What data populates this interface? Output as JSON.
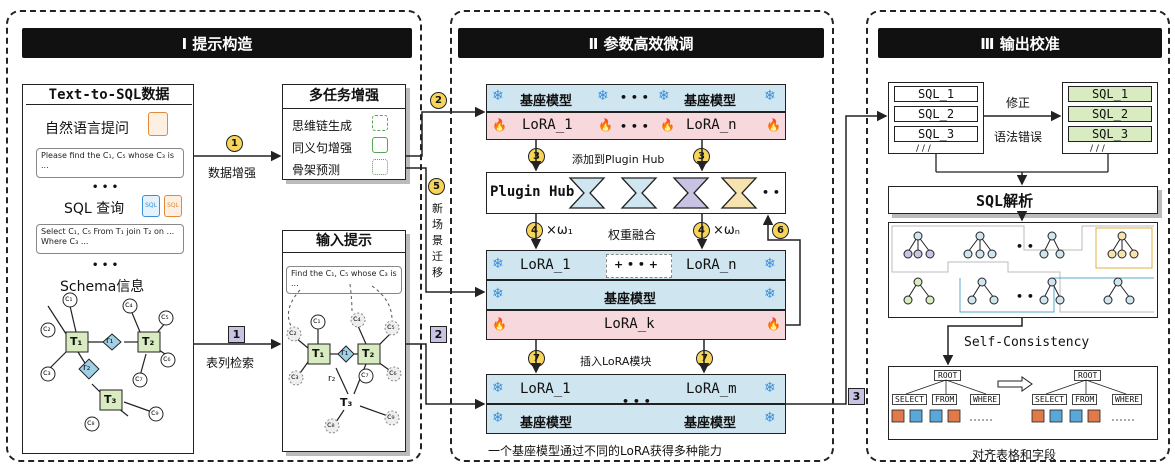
{
  "panels": {
    "p1_title": "Ⅰ 提示构造",
    "p2_title": "Ⅱ 参数高效微调",
    "p3_title": "Ⅲ 输出校准"
  },
  "p1": {
    "t2s_title": "Text-to-SQL数据",
    "nl_question": "自然语言提问",
    "nl_example": "Please find the C₁, C₅ whose C₃ is ...",
    "sql_query": "SQL 查询",
    "sql_example": "Select C₁, C₅ From T₁ join T₂ on ... Where C₃ ...",
    "dots": "• • •",
    "schema": "Schema信息",
    "sql_icon": "SQL",
    "multitask_title": "多任务增强",
    "mt_items": [
      "思维链生成",
      "同义句增强",
      "骨架预测"
    ],
    "input_prompt_title": "输入提示",
    "prompt_example": "Find the C₁, C₅ whose C₃ is ...",
    "data_aug": "数据增强",
    "table_retrieval": "表列检索",
    "new_scene": [
      "新",
      "场",
      "景",
      "迁",
      "移"
    ],
    "step1": "1",
    "step5": "5",
    "sq1": "1",
    "sq2": "2",
    "sq3": "3",
    "graph_tables": [
      "T₁",
      "T₂",
      "T₃"
    ],
    "graph_rel": [
      "r₁",
      "r₂"
    ],
    "graph_cols": [
      "c₁",
      "c₂",
      "c₃",
      "c₄",
      "c₅",
      "c₆",
      "c₇",
      "c₈",
      "c₉"
    ]
  },
  "p2": {
    "base_model": "基座模型",
    "lora_1": "LoRA_1",
    "lora_n": "LoRA_n",
    "lora_k": "LoRA_k",
    "lora_m": "LoRA_m",
    "dots": "• • •",
    "add_plugin": "添加到Plugin Hub",
    "plugin_hub": "Plugin Hub",
    "weight_fusion": "权重融合",
    "omega1": "×ω₁",
    "omegan": "×ωₙ",
    "insert_lora": "插入LoRA模块",
    "caption": "一个基座模型通过不同的LoRA获得多种能力",
    "step2": "2",
    "step3": "3",
    "step4": "4",
    "step6": "6",
    "step7": "7",
    "plus_dots": "+ • • +"
  },
  "p3": {
    "sql_list": [
      "SQL_1",
      "SQL_2",
      "SQL_3"
    ],
    "fix1": "修正",
    "fix2": "语法错误",
    "sql_parse": "SQL解析",
    "self_consistency": "Self-Consistency",
    "align": "对齐表格和字段",
    "root": "ROOT",
    "select": "SELECT",
    "from": "FROM",
    "where": "WHERE",
    "dots": "• •",
    "ticks": "/ / /"
  },
  "colors": {
    "blue": "#cfe6f0",
    "pink": "#f6d8dd",
    "green": "#d9ebc0",
    "yellow": "#f7d55a",
    "purple_sq": "#c9c3e3"
  }
}
